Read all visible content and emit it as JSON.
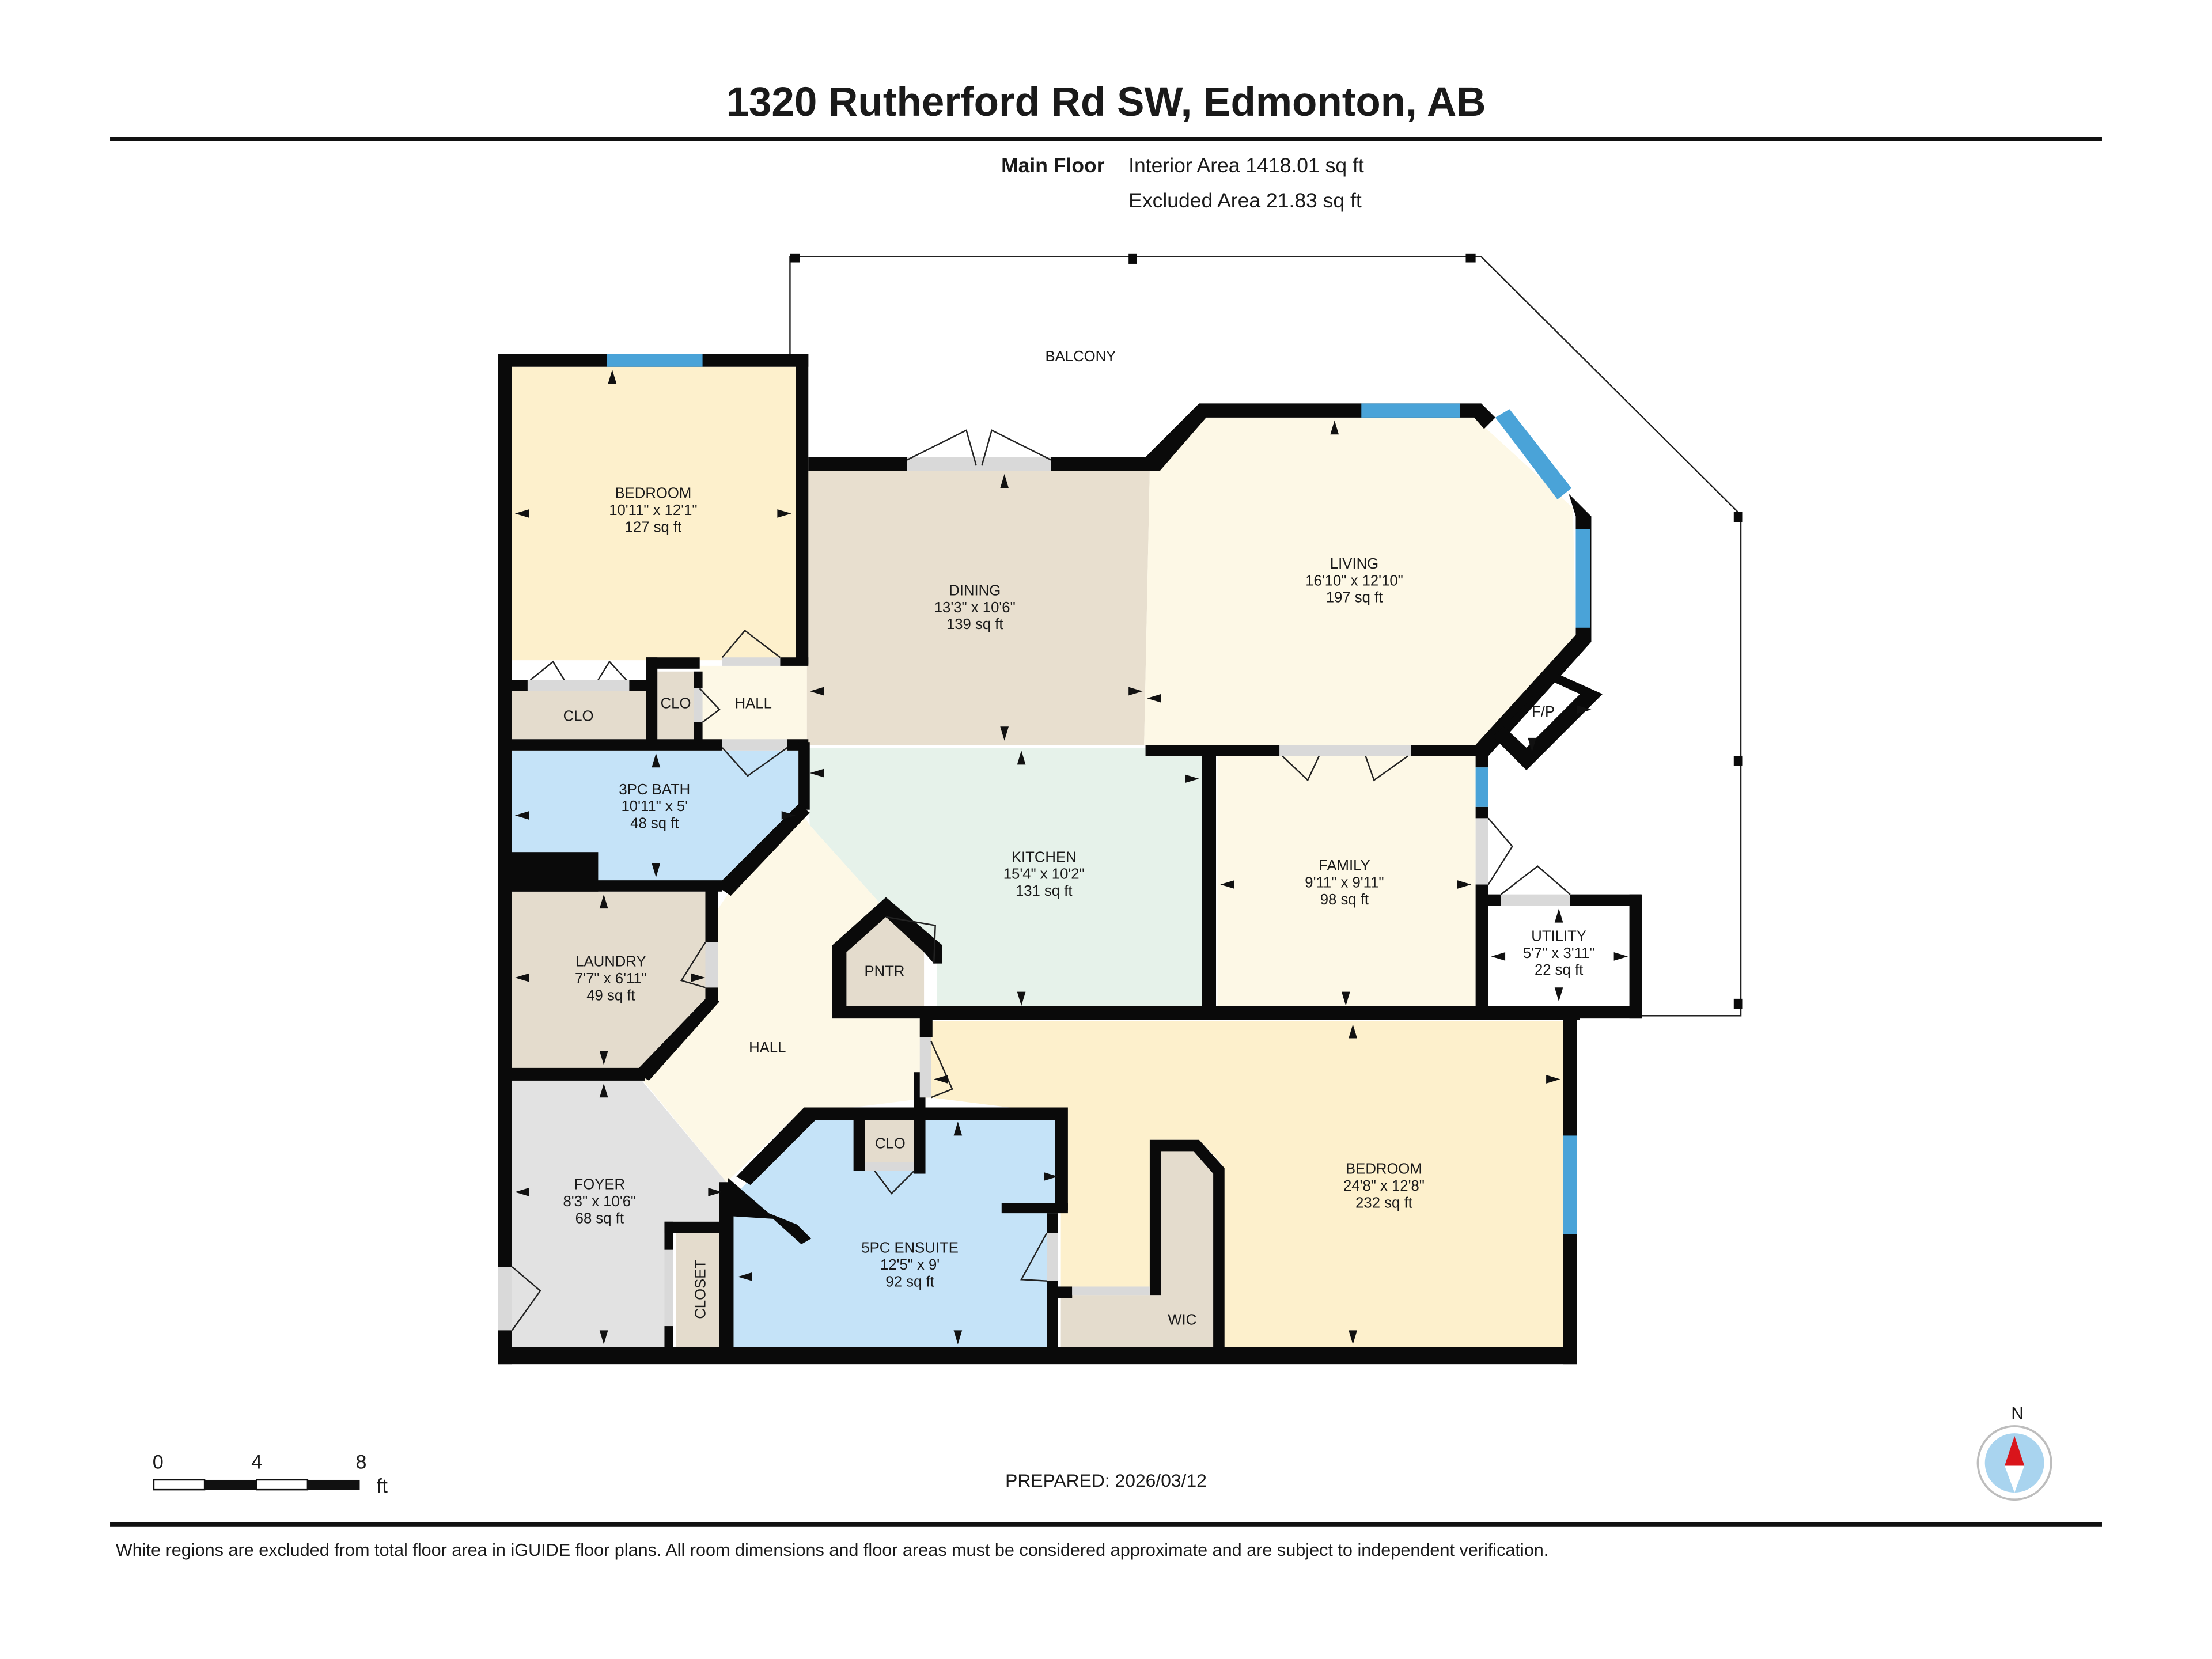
{
  "header": {
    "title": "1320 Rutherford Rd SW, Edmonton, AB",
    "floor_label": "Main Floor",
    "interior_area": "Interior Area 1418.01 sq ft",
    "excluded_area": "Excluded Area 21.83 sq ft"
  },
  "rooms": {
    "balcony": {
      "name": "BALCONY"
    },
    "bedroom1": {
      "name": "BEDROOM",
      "dims": "10'11\" x 12'1\"",
      "area": "127 sq ft",
      "color": "#fdf0cc"
    },
    "dining": {
      "name": "DINING",
      "dims": "13'3\" x 10'6\"",
      "area": "139 sq ft",
      "color": "#e8dfcf"
    },
    "living": {
      "name": "LIVING",
      "dims": "16'10\" x 12'10\"",
      "area": "197 sq ft",
      "color": "#fdf8e6"
    },
    "clo1": {
      "name": "CLO",
      "color": "#e4dccd"
    },
    "clo2": {
      "name": "CLO",
      "color": "#e4dccd"
    },
    "hall1": {
      "name": "HALL",
      "color": "#fdf8e6"
    },
    "fp": {
      "name": "F/P"
    },
    "bath3": {
      "name": "3PC BATH",
      "dims": "10'11\" x 5'",
      "area": "48 sq ft",
      "color": "#c5e3f8"
    },
    "kitchen": {
      "name": "KITCHEN",
      "dims": "15'4\" x 10'2\"",
      "area": "131 sq ft",
      "color": "#e6f2ea"
    },
    "family": {
      "name": "FAMILY",
      "dims": "9'11\" x 9'11\"",
      "area": "98 sq ft",
      "color": "#fdf8e6"
    },
    "utility": {
      "name": "UTILITY",
      "dims": "5'7\" x 3'11\"",
      "area": "22 sq ft",
      "color": "#ffffff"
    },
    "laundry": {
      "name": "LAUNDRY",
      "dims": "7'7\" x 6'11\"",
      "area": "49 sq ft",
      "color": "#e4dccd"
    },
    "pntr": {
      "name": "PNTR",
      "color": "#e4dccd"
    },
    "hall2": {
      "name": "HALL",
      "color": "#fdf8e6"
    },
    "foyer": {
      "name": "FOYER",
      "dims": "8'3\" x 10'6\"",
      "area": "68 sq ft",
      "color": "#e2e2e2"
    },
    "closet": {
      "name": "CLOSET",
      "color": "#e4dccd"
    },
    "clo3": {
      "name": "CLO",
      "color": "#e4dccd"
    },
    "ensuite": {
      "name": "5PC ENSUITE",
      "dims": "12'5\" x 9'",
      "area": "92 sq ft",
      "color": "#c5e3f8"
    },
    "wic": {
      "name": "WIC",
      "color": "#e4dccd"
    },
    "bedroom2": {
      "name": "BEDROOM",
      "dims": "24'8\" x 12'8\"",
      "area": "232 sq ft",
      "color": "#fdf0cc"
    }
  },
  "colors": {
    "wall": "#0a0a0a",
    "window": "#4aa3d8",
    "door_threshold": "#d9d9d9"
  },
  "scale_bar": {
    "labels": [
      "0",
      "4",
      "8"
    ],
    "unit": "ft"
  },
  "prepared": "PREPARED: 2026/03/12",
  "compass": {
    "label": "N"
  },
  "footer": {
    "disclaimer": "White regions are excluded from total floor area in iGUIDE floor plans. All room dimensions and floor areas must be considered approximate and are subject to independent verification."
  }
}
